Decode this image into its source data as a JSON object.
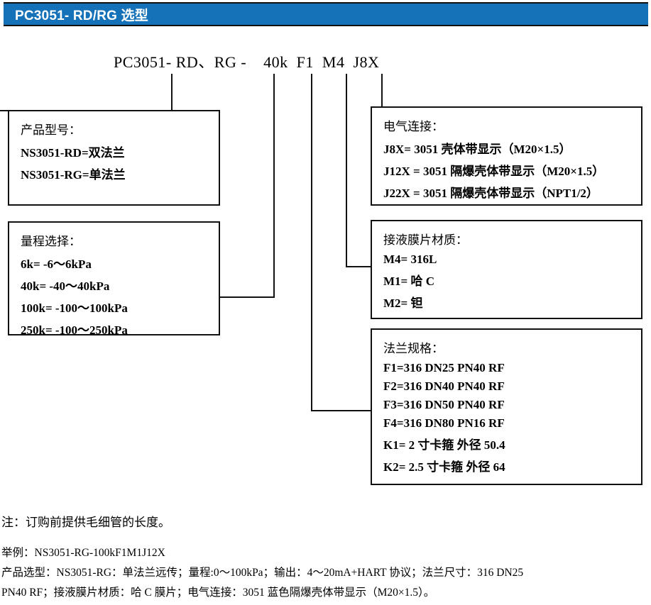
{
  "header": {
    "title": "PC3051- RD/RG 选型",
    "accent_color": "#1571b8",
    "text_color": "#ffffff"
  },
  "model_code": "PC3051- RD、RG -    40k  F1  M4  J8X",
  "boxes": {
    "product": {
      "title": "产品型号：",
      "lines": [
        "NS3051-RD=双法兰",
        "NS3051-RG=单法兰"
      ]
    },
    "range": {
      "title": "量程选择：",
      "lines": [
        "6k= -6～6kPa",
        "40k= -40～40kPa",
        "100k= -100～100kPa",
        "250k= -100～250kPa"
      ]
    },
    "electric": {
      "title": "电气连接：",
      "lines": [
        "J8X= 3051 壳体带显示（M20×1.5）",
        "J12X = 3051 隔爆壳体带显示（M20×1.5）",
        "J22X = 3051 隔爆壳体带显示（NPT1/2）"
      ]
    },
    "material": {
      "title": "接液膜片材质：",
      "lines": [
        "M4= 316L",
        "M1=  哈 C",
        "M2=  钽"
      ]
    },
    "flange": {
      "title": "法兰规格：",
      "lines": [
        "F1=316 DN25 PN40 RF",
        "F2=316 DN40 PN40 RF",
        "F3=316 DN50 PN40 RF",
        "F4=316 DN80 PN16 RF",
        "K1= 2 寸卡箍  外径 50.4",
        "K2= 2.5 寸卡箍  外径 64"
      ]
    }
  },
  "notes": {
    "remark": "注：订购前提供毛细管的长度。",
    "example_label": "举例：NS3051-RG-100kF1M1J12X",
    "selection_line1": "产品选型：NS3051-RG：单法兰远传；量程:0～100kPa；输出：4～20mA+HART 协议；法兰尺寸：316 DN25",
    "selection_line2": "PN40 RF；接液膜片材质：哈 C 膜片；电气连接：3051 蓝色隔爆壳体带显示（M20×1.5）。"
  }
}
